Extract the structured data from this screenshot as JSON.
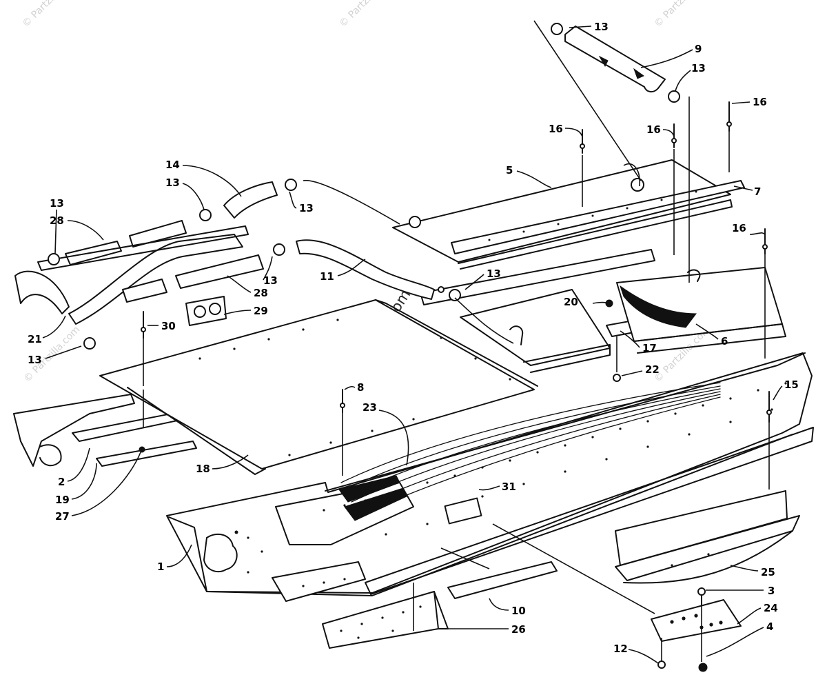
{
  "watermark": {
    "center_text": "© Partzilla.com",
    "corner_text": "© Partzilla.com"
  },
  "callouts": {
    "c1": "1",
    "c2": "2",
    "c3": "3",
    "c4": "4",
    "c5": "5",
    "c6": "6",
    "c7": "7",
    "c8": "8",
    "c9": "9",
    "c10": "10",
    "c11": "11",
    "c12": "12",
    "c13": "13",
    "c14": "14",
    "c15": "15",
    "c16": "16",
    "c17": "17",
    "c18": "18",
    "c19": "19",
    "c20": "20",
    "c21": "21",
    "c22": "22",
    "c23": "23",
    "c24": "24",
    "c25": "25",
    "c26": "26",
    "c27": "27",
    "c28": "28",
    "c29": "29",
    "c30": "30",
    "c31": "31"
  }
}
